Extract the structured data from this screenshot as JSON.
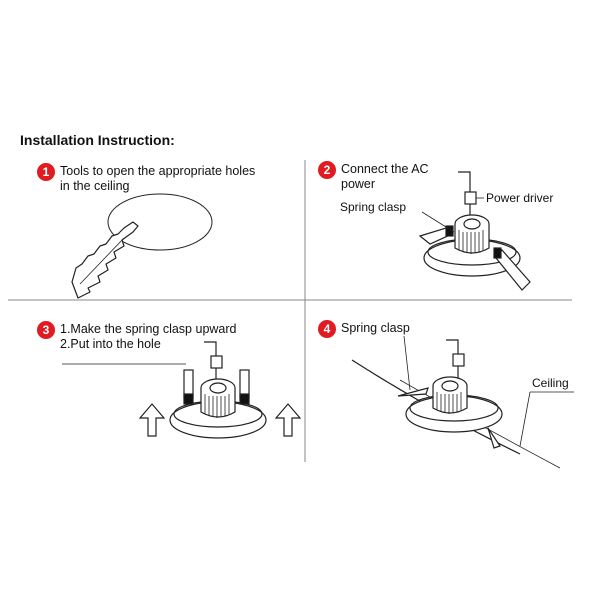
{
  "title": "Installation Instruction:",
  "accent_color": "#e01b22",
  "steps": [
    {
      "number": "1",
      "lines": [
        "Tools to open the appropriate holes",
        "in the ceiling"
      ]
    },
    {
      "number": "2",
      "lines": [
        "Connect the AC",
        "power"
      ],
      "callouts": {
        "spring_clasp": "Spring clasp",
        "power_driver": "Power driver"
      }
    },
    {
      "number": "3",
      "lines": [
        "1.Make the spring clasp upward",
        "2.Put into the hole"
      ]
    },
    {
      "number": "4",
      "lines": [
        "Spring clasp"
      ],
      "callouts": {
        "ceiling": "Ceiling"
      }
    }
  ]
}
